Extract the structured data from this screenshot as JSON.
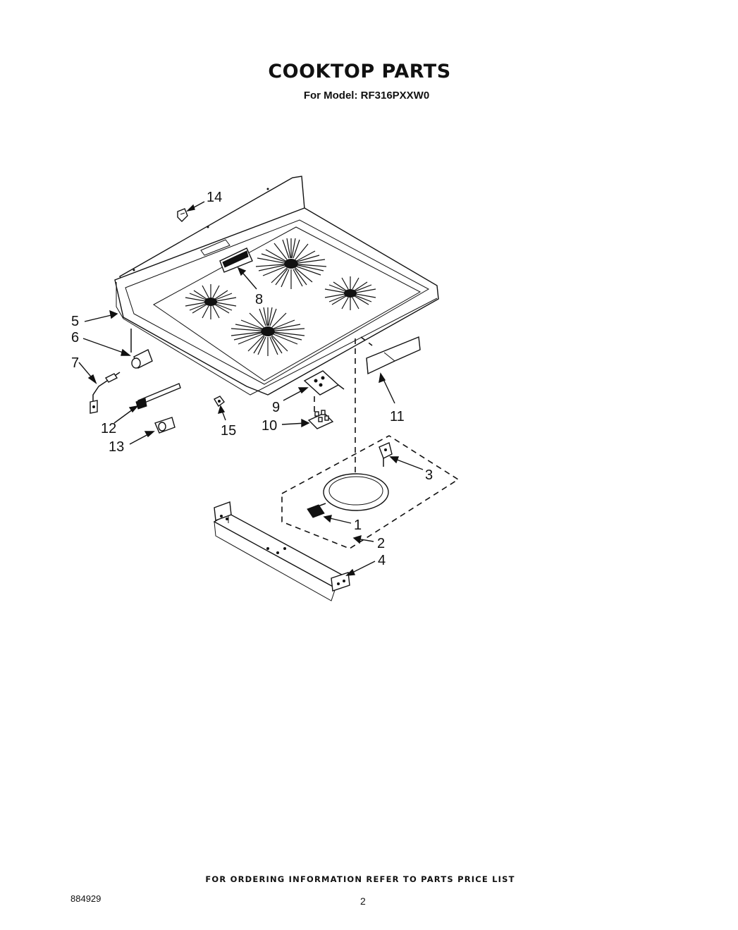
{
  "header": {
    "title": "COOKTOP PARTS",
    "model_line": "For Model: RF316PXXW0"
  },
  "callouts": [
    "1",
    "2",
    "3",
    "4",
    "5",
    "6",
    "7",
    "8",
    "9",
    "10",
    "11",
    "12",
    "13",
    "14",
    "15"
  ],
  "footer": {
    "ordering_note": "FOR ORDERING INFORMATION REFER TO PARTS PRICE LIST",
    "document_number": "884929",
    "page_number": "2"
  }
}
